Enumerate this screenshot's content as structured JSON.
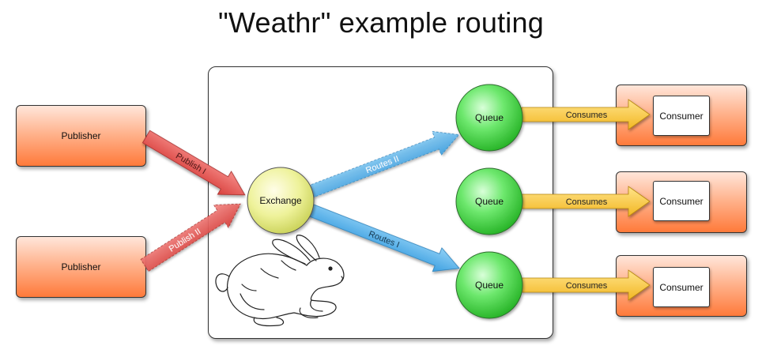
{
  "title": "\"Weathr\" example routing",
  "publishers": [
    {
      "label": "Publisher"
    },
    {
      "label": "Publisher"
    }
  ],
  "exchange": {
    "label": "Exchange"
  },
  "queues": [
    {
      "label": "Queue"
    },
    {
      "label": "Queue"
    },
    {
      "label": "Queue"
    }
  ],
  "consumers": [
    {
      "label": "Consumer",
      "arrow_label": "Consumes"
    },
    {
      "label": "Consumer",
      "arrow_label": "Consumes"
    },
    {
      "label": "Consumer",
      "arrow_label": "Consumes"
    }
  ],
  "arrows": {
    "publish_1": "Publish I",
    "publish_2": "Publish II",
    "routes_2": "Routes II",
    "routes_1": "Routes I"
  },
  "illustration": {
    "icon": "rabbit-icon"
  },
  "colors": {
    "publish": "#e8534f",
    "routes": "#5ab4ea",
    "consumes": "#ffc93a",
    "node_fill": "#4cdc4c",
    "exchange_fill": "#e8f08a",
    "box_fill": "#ff8a4a"
  }
}
